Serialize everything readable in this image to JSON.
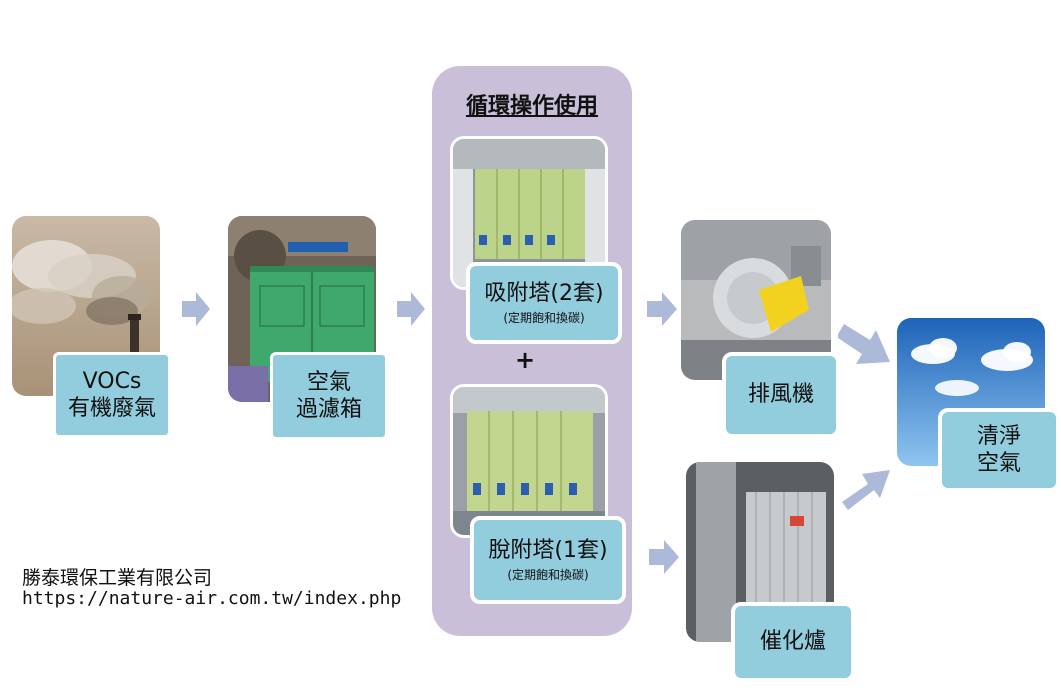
{
  "cycle": {
    "title": "循環操作使用",
    "plus": "+"
  },
  "nodes": {
    "voc": {
      "line1": "VOCs",
      "line2": "有機廢氣"
    },
    "filter": {
      "line1": "空氣",
      "line2": "過濾箱"
    },
    "adsorption": {
      "title": "吸附塔(2套)",
      "sub": "(定期飽和換碳)"
    },
    "desorption": {
      "title": "脫附塔(1套)",
      "sub": "(定期飽和換碳)"
    },
    "fan": {
      "title": "排風機"
    },
    "incinerator": {
      "title": "催化爐"
    },
    "clean": {
      "line1": "清淨",
      "line2": "空氣"
    }
  },
  "footer": {
    "company": "勝泰環保工業有限公司",
    "url": "https://nature-air.com.tw/index.php"
  },
  "colors": {
    "label_bg": "#92cddd",
    "arrow": "#adb9d9",
    "cycle_bg": "#c9bfd8"
  }
}
